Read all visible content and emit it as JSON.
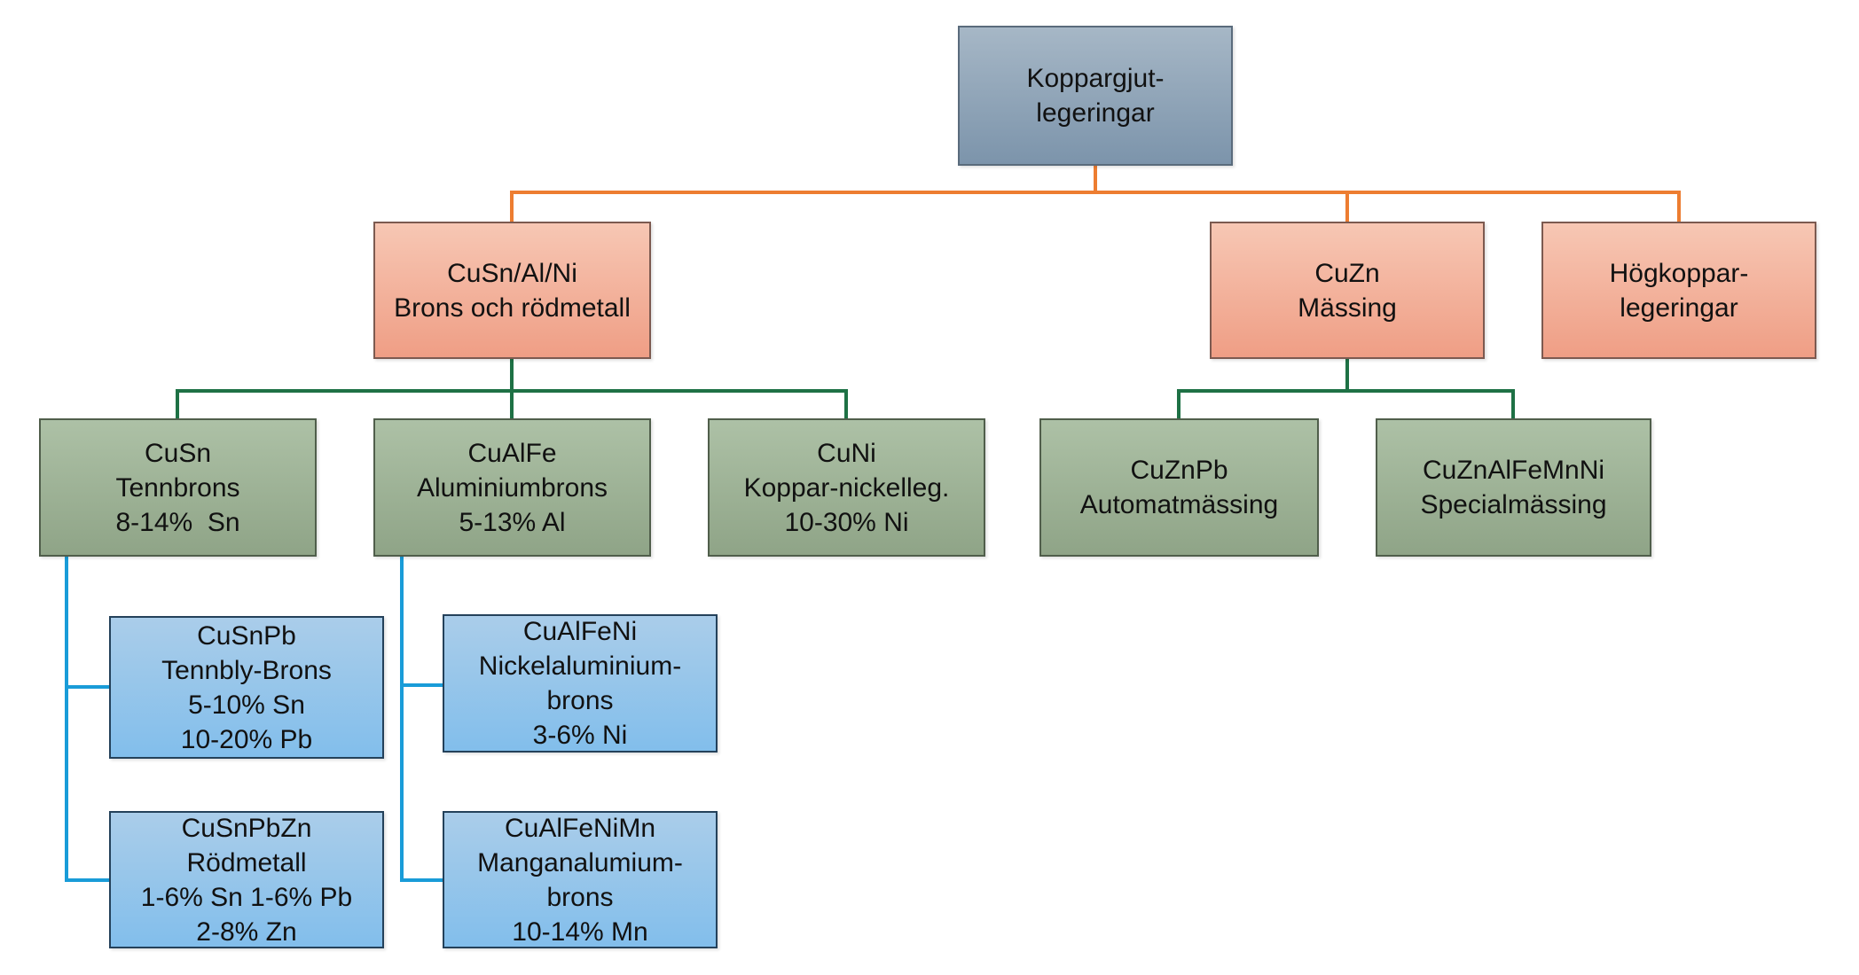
{
  "diagram_type": "hierarchy-tree",
  "nodes": {
    "root": {
      "label": "Koppargjutlegeringar",
      "lines": [
        "Koppargjut-",
        "legeringar"
      ]
    },
    "bronze": {
      "label": "CuSn/Al/Ni Brons och rödmetall",
      "lines": [
        "CuSn/Al/Ni",
        "Brons och rödmetall"
      ]
    },
    "cuzn": {
      "label": "CuZn Mässing",
      "lines": [
        "CuZn",
        "Mässing"
      ]
    },
    "hogkoppar": {
      "label": "Högkopparlegeringar",
      "lines": [
        "Högkoppar-",
        "legeringar"
      ]
    },
    "cusn": {
      "label": "CuSn Tennbrons",
      "lines": [
        "CuSn",
        "Tennbrons",
        "8-14%  Sn"
      ]
    },
    "cualfe": {
      "label": "CuAlFe Aluminiumbrons",
      "lines": [
        "CuAlFe",
        "Aluminiumbrons",
        "5-13% Al"
      ]
    },
    "cuni": {
      "label": "CuNi Koppar-nickellegering",
      "lines": [
        "CuNi",
        "Koppar-nickelleg.",
        "10-30% Ni"
      ]
    },
    "cuznpb": {
      "label": "CuZnPb Automatmässing",
      "lines": [
        "CuZnPb",
        "Automatmässing"
      ]
    },
    "cuznalfemnni": {
      "label": "CuZnAlFeMnNi Specialmässing",
      "lines": [
        "CuZnAlFeMnNi",
        "Specialmässing"
      ]
    },
    "cusnpb": {
      "label": "CuSnPb Tennbly-Brons",
      "lines": [
        "CuSnPb",
        "Tennbly-Brons",
        "5-10% Sn",
        "10-20% Pb"
      ]
    },
    "cusnpbzn": {
      "label": "CuSnPbZn Rödmetall",
      "lines": [
        "CuSnPbZn",
        "Rödmetall",
        "1-6% Sn 1-6% Pb",
        "2-8% Zn"
      ]
    },
    "cualfeni": {
      "label": "CuAlFeNi Nickelaluminiumbrons",
      "lines": [
        "CuAlFeNi",
        "Nickelaluminium-",
        "brons",
        "3-6% Ni"
      ]
    },
    "cualfenimn": {
      "label": "CuAlFeNiMn Manganalumiumbrons",
      "lines": [
        "CuAlFeNiMn",
        "Manganalumium-",
        "brons",
        "10-14% Mn"
      ]
    }
  },
  "edges": [
    [
      "root",
      "bronze"
    ],
    [
      "root",
      "cuzn"
    ],
    [
      "root",
      "hogkoppar"
    ],
    [
      "bronze",
      "cusn"
    ],
    [
      "bronze",
      "cualfe"
    ],
    [
      "bronze",
      "cuni"
    ],
    [
      "cuzn",
      "cuznpb"
    ],
    [
      "cuzn",
      "cuznalfemnni"
    ],
    [
      "cusn",
      "cusnpb"
    ],
    [
      "cusn",
      "cusnpbzn"
    ],
    [
      "cualfe",
      "cualfeni"
    ],
    [
      "cualfe",
      "cualfenimn"
    ]
  ],
  "colors": {
    "connector_level1": "#ed7d31",
    "connector_level2": "#1e7145",
    "connector_level3": "#199cd8",
    "node_root_fill_top": "#a6b7c6",
    "node_root_fill_bottom": "#7c94ab",
    "node_level2_fill_top": "#f7c7b4",
    "node_level2_fill_bottom": "#ef9e85",
    "node_level3_fill_top": "#adc1a6",
    "node_level3_fill_bottom": "#8fa487",
    "node_level4_fill_top": "#aacdea",
    "node_level4_fill_bottom": "#82beeb",
    "text": "#111111",
    "background": "#ffffff"
  }
}
